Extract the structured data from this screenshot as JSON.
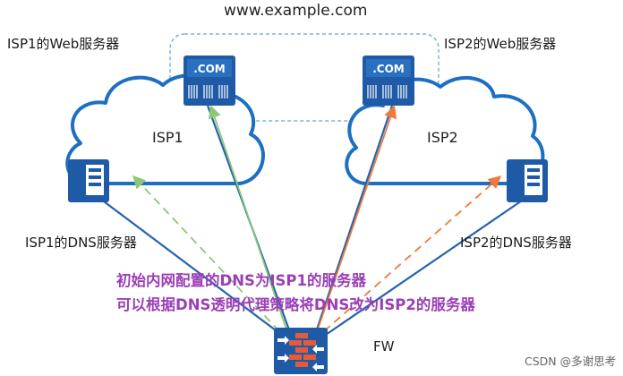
{
  "top_domain": "www.example.com",
  "labels": {
    "isp1_web": "ISP1的Web服务器",
    "isp2_web": "ISP2的Web服务器",
    "isp1_cloud": "ISP1",
    "isp2_cloud": "ISP2",
    "isp1_dns": "ISP1的DNS服务器",
    "isp2_dns": "ISP2的DNS服务器",
    "fw": "FW"
  },
  "server_badge": ".COM",
  "annotation": {
    "line1": "初始内网配置的DNS为ISP1的服务器",
    "line2": "可以根据DNS透明代理策略将DNS改为ISP2的服务器"
  },
  "watermark": "CSDN @多谢思考",
  "colors": {
    "cloud_stroke": "#1d6fc2",
    "device_fill": "#1f5aa6",
    "link_blue": "#2463ad",
    "link_green": "#8cc77a",
    "link_orange": "#f07a3c",
    "annotation_text": "#9b3fb7",
    "domain_box": "#7ab5dc"
  }
}
